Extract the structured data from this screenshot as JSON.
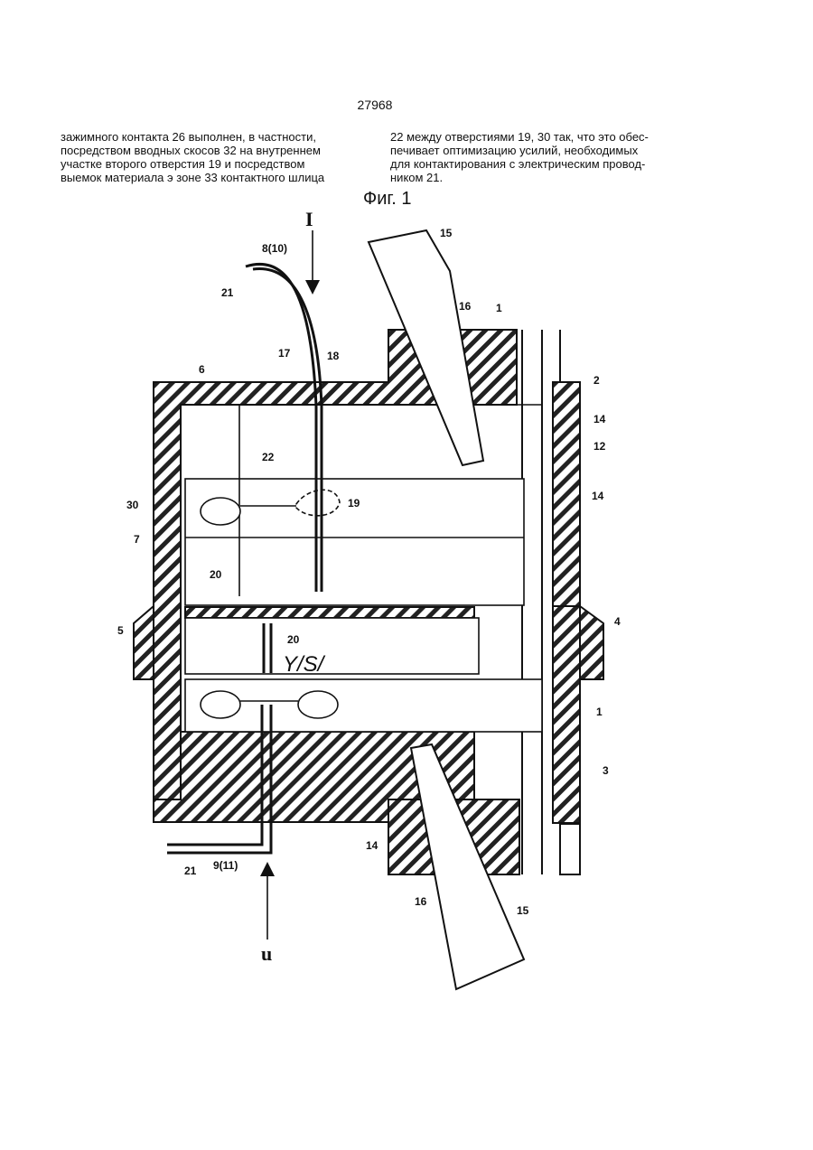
{
  "page_number": "27968",
  "left_column": [
    "зажимного контакта 26 выполнен, в частности,",
    "посредством вводных скосов 32 на внутреннем",
    "участке второго отверстия 19 и посредством",
    "выемок материала э зоне 33 контактного шлица"
  ],
  "right_column": [
    "22 между отверстиями 19, 30 так, что это обес-",
    "печивает оптимизацию усилий, необходимых",
    "для контактирования с электрическим провод-",
    "ником 21."
  ],
  "figure": {
    "caption": "Фиг. 1",
    "arrow_top": "I",
    "arrow_bottom": "u",
    "overlay_text": "Y/S/",
    "labels": {
      "l15_top": "15",
      "l8_10": "8(10)",
      "l21_top": "21",
      "l16_top": "16",
      "l1_top": "1",
      "l17": "17",
      "l18": "18",
      "l6": "6",
      "l2": "2",
      "l14_a": "14",
      "l12": "12",
      "l22": "22",
      "l30": "30",
      "l19": "19",
      "l14_b": "14",
      "l7": "7",
      "l20_a": "20",
      "l5": "5",
      "l20_b": "20",
      "l4": "4",
      "l1_mid": "1",
      "l3": "3",
      "l14_c": "14",
      "l21_bot": "21",
      "l9_11": "9(11)",
      "l16_bot": "16",
      "l15_bot": "15"
    }
  }
}
